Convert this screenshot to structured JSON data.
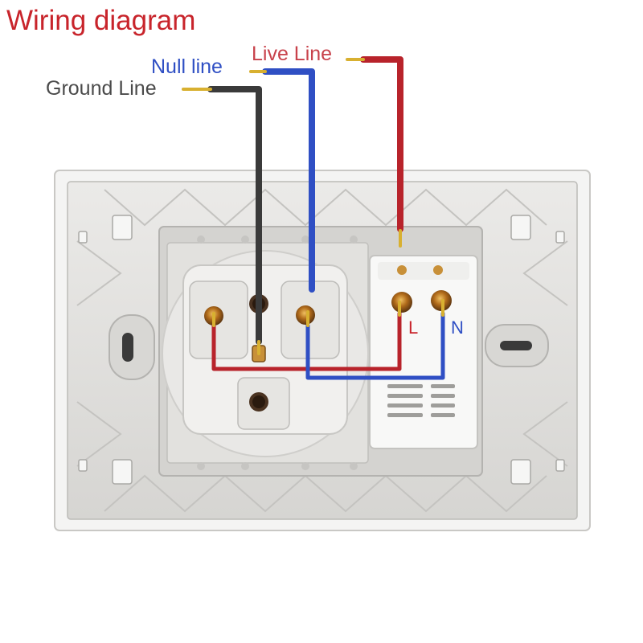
{
  "title": "Wiring diagram",
  "labels": {
    "ground": "Ground Line",
    "null": "Null line",
    "live": "Live Line",
    "terminal_l": "L",
    "terminal_n": "N"
  },
  "colors": {
    "title": "#c8242b",
    "ground_wire": "#3a3a3a",
    "null_wire": "#2f4fc4",
    "live_wire": "#b8232b",
    "copper": "#d8b030",
    "plate": "#e0dfdc"
  }
}
